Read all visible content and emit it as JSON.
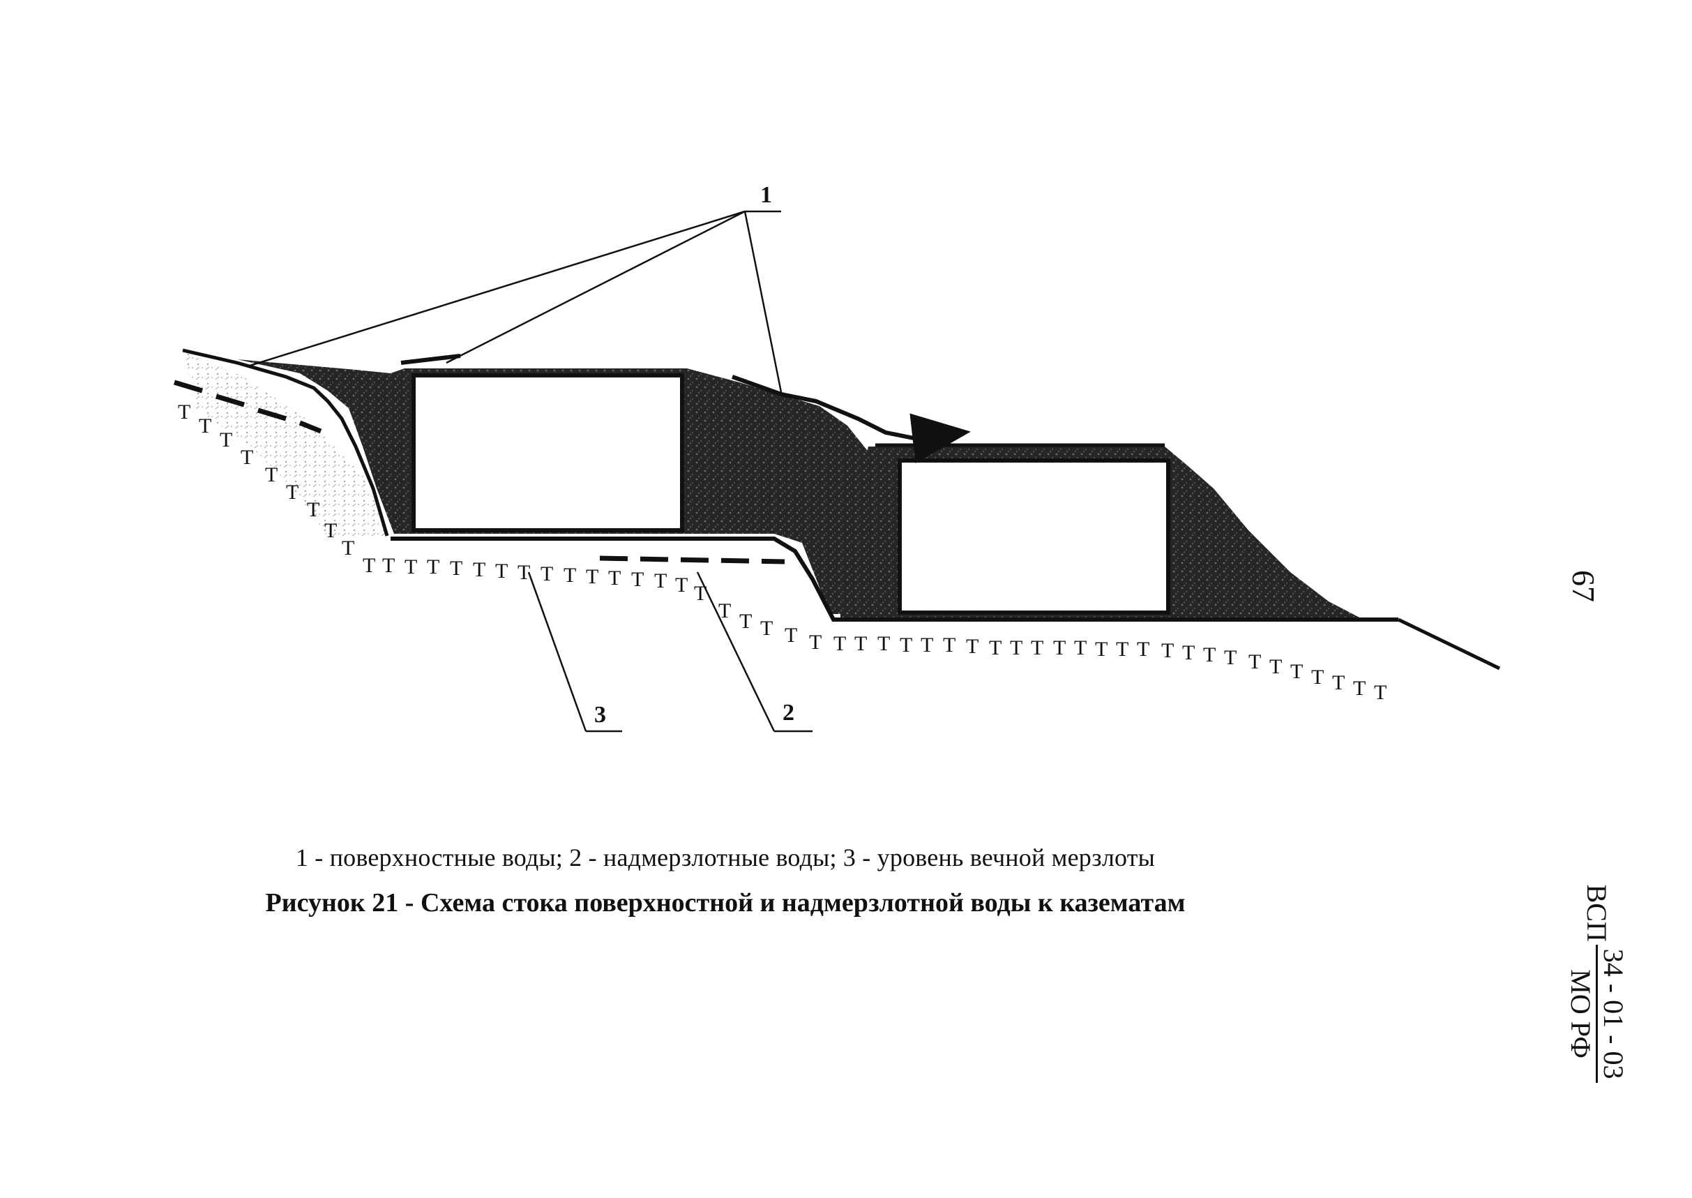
{
  "figure": {
    "callouts": [
      {
        "id": "callout-1",
        "text": "1"
      },
      {
        "id": "callout-2",
        "text": "2"
      },
      {
        "id": "callout-3",
        "text": "3"
      }
    ],
    "permafrost_mark": "T"
  },
  "caption": {
    "legend": "1 - поверхностные воды; 2 - надмерзлотные воды; 3 - уровень вечной мерзлоты",
    "title": "Рисунок 21 - Схема стока поверхностной и надмерзлотной воды к казематам"
  },
  "margin": {
    "page_number": "67",
    "doc_code_prefix": "ВСП",
    "doc_code_numerator": "34 - 01 - 03",
    "doc_code_denominator": "МО РФ"
  },
  "colors": {
    "fill": "#2a2a2a",
    "line": "#111111",
    "paper": "#ffffff"
  }
}
